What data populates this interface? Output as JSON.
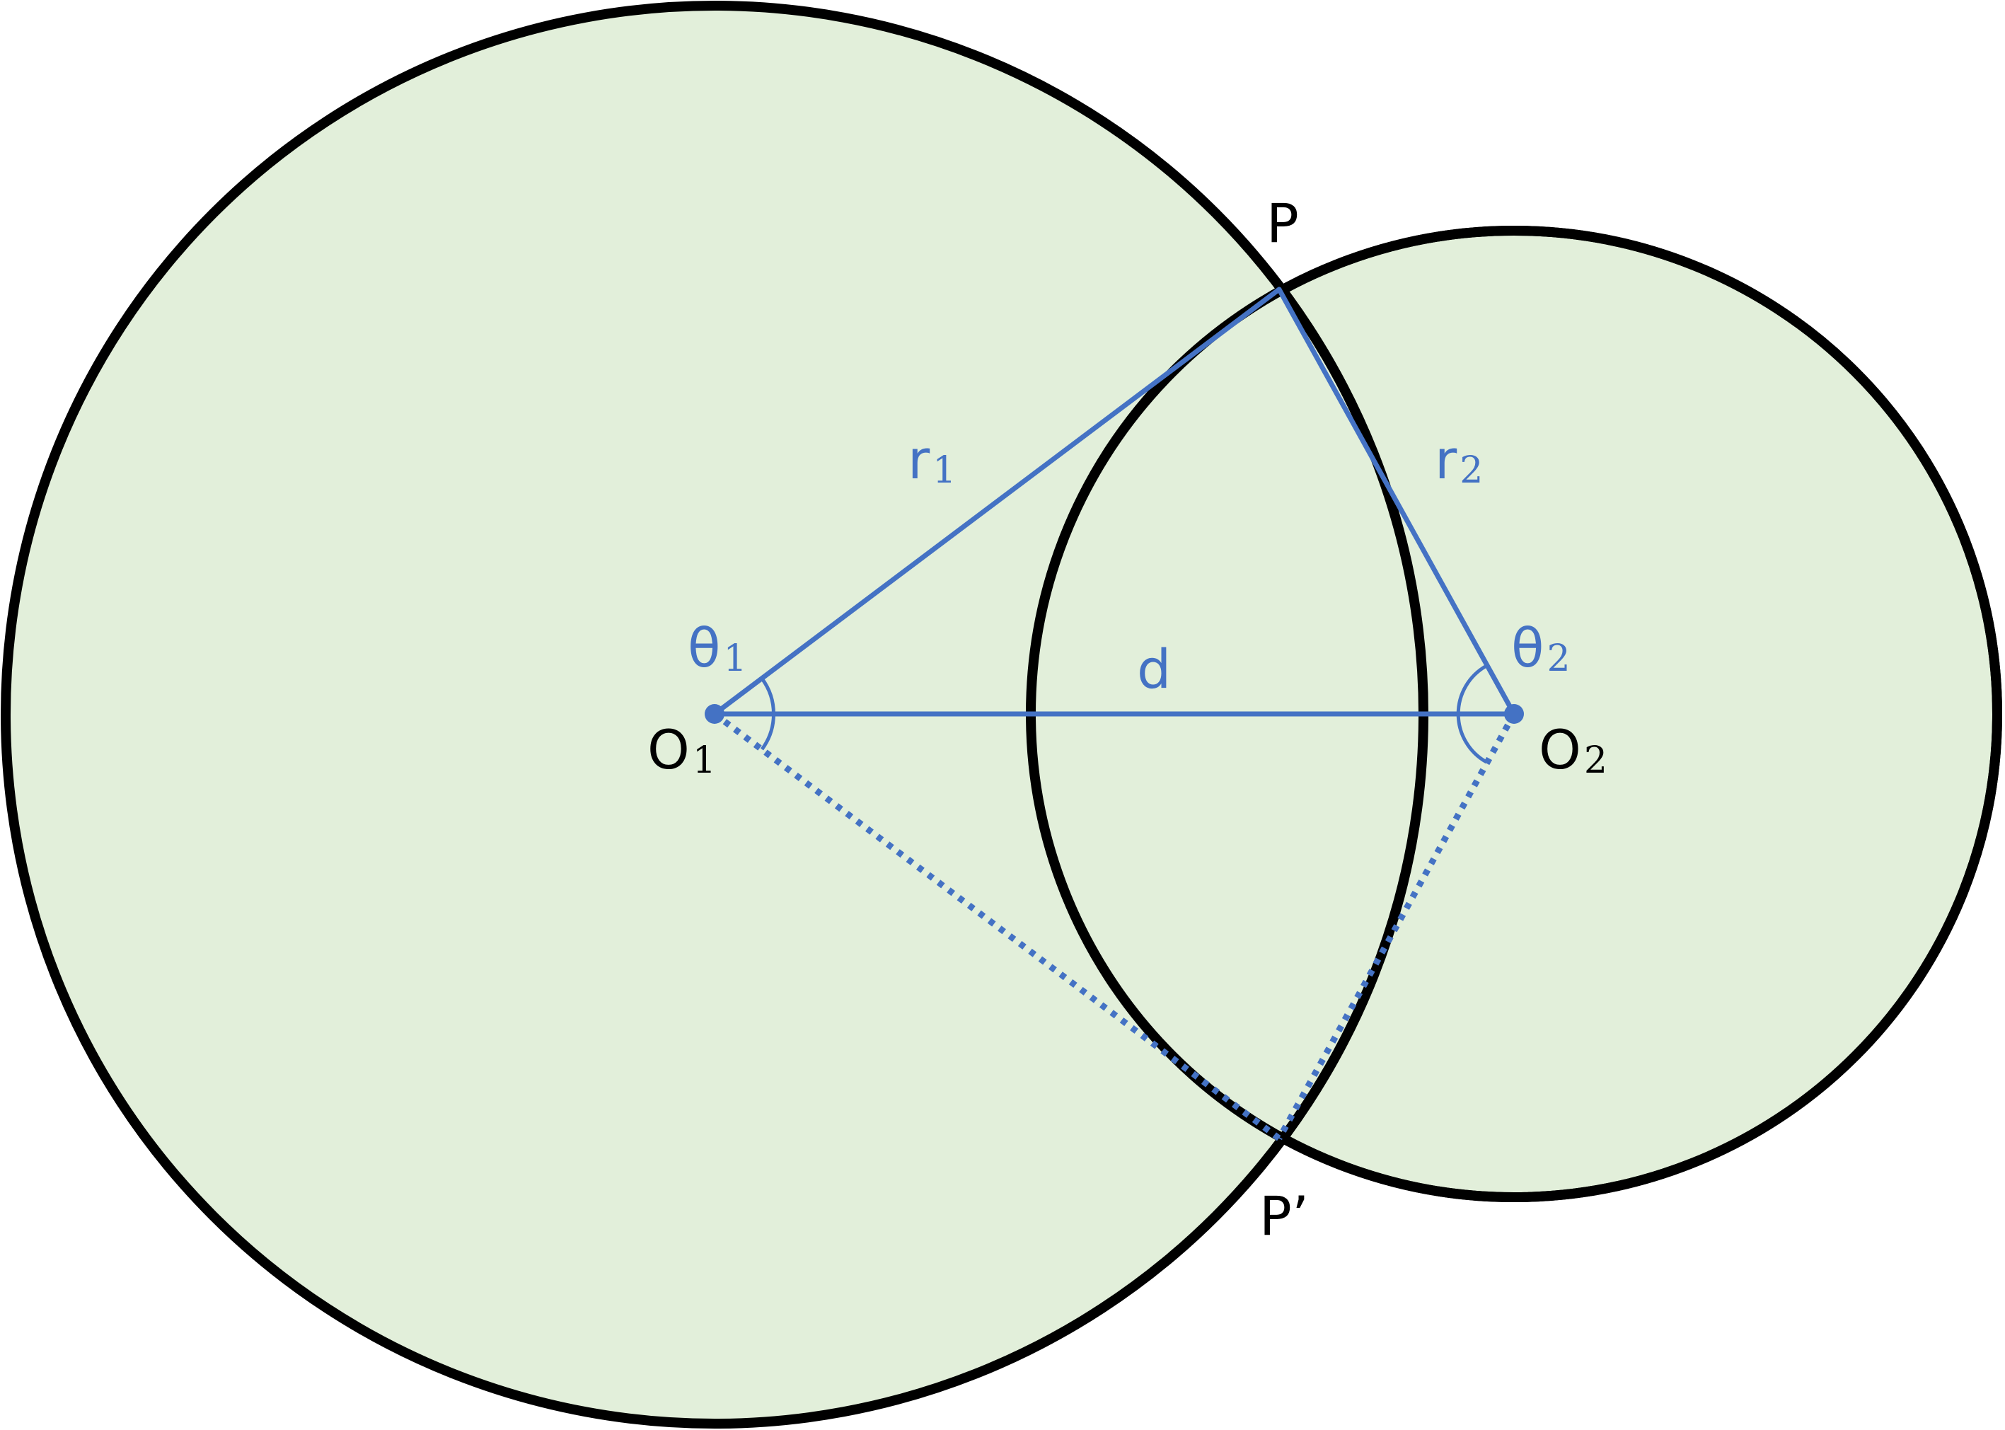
{
  "colors": {
    "fill": "#e2efda",
    "outline": "#000000",
    "accent": "#4472c4",
    "text": "#000000"
  },
  "labels": {
    "P": "P",
    "P_prime": "P’",
    "O1": {
      "base": "O",
      "sub": "1"
    },
    "O2": {
      "base": "O",
      "sub": "2"
    },
    "r1": {
      "base": "r",
      "sub": "1"
    },
    "r2": {
      "base": "r",
      "sub": "2"
    },
    "theta1": {
      "base": "θ",
      "sub": "1"
    },
    "theta2": {
      "base": "θ",
      "sub": "2"
    },
    "d": "d"
  }
}
